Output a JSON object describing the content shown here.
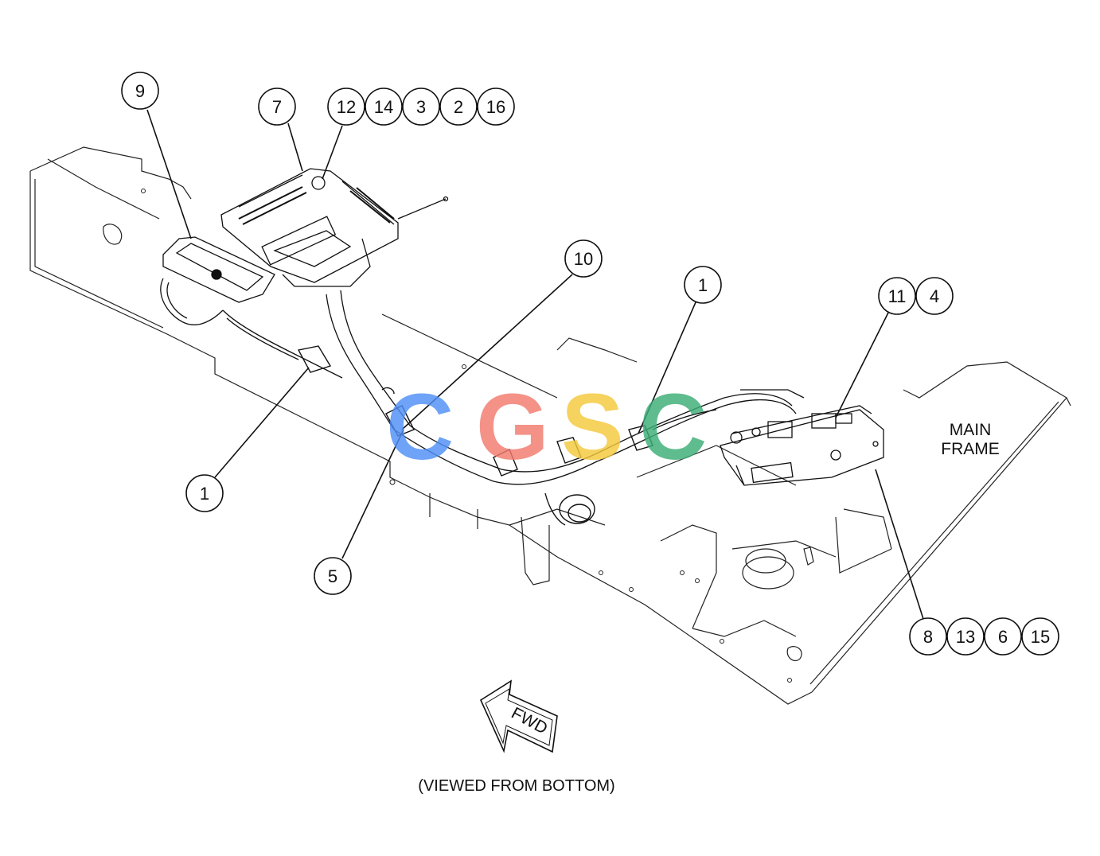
{
  "callouts": {
    "c9": "9",
    "c7": "7",
    "c12": "12",
    "c14": "14",
    "c3": "3",
    "c2": "2",
    "c16": "16",
    "c10": "10",
    "c1_top": "1",
    "c11": "11",
    "c4": "4",
    "c1_bottom": "1",
    "c5": "5",
    "c8": "8",
    "c13": "13",
    "c6": "6",
    "c15": "15"
  },
  "labels": {
    "main_frame_line1": "MAIN",
    "main_frame_line2": "FRAME",
    "fwd": "FWD",
    "view_note": "(VIEWED FROM BOTTOM)"
  },
  "watermark": {
    "letters": [
      "C",
      "G",
      "S",
      "C"
    ],
    "colors": [
      "#4f8ff7",
      "#f27b6f",
      "#f5c93b",
      "#3cae76"
    ]
  }
}
